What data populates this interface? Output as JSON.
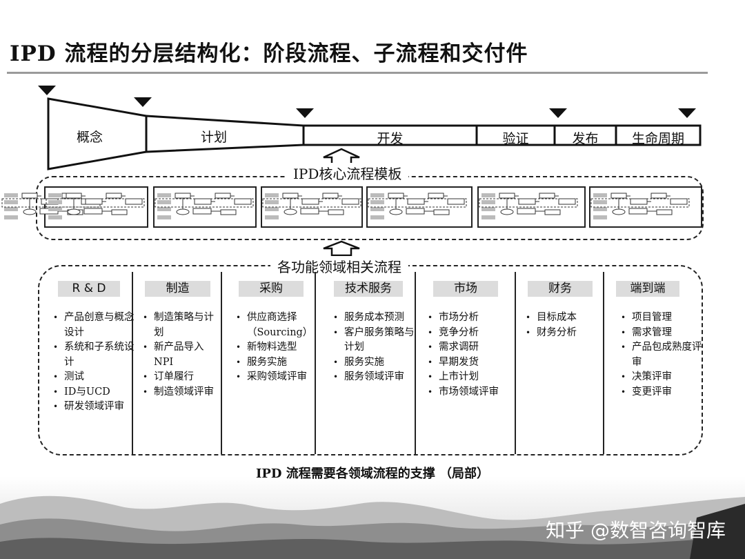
{
  "title": "IPD 流程的分层结构化：阶段流程、子流程和交付件",
  "stages": [
    "概念",
    "计划",
    "开发",
    "验证",
    "发布",
    "生命周期"
  ],
  "template_band_label": "IPD核心流程模板",
  "domains_band_label": "各功能领域相关流程",
  "columns": [
    {
      "header": "R & D",
      "items": [
        "产品创意与概念设计",
        "系统和子系统设计",
        "测试",
        "ID与UCD",
        "研发领域评审"
      ]
    },
    {
      "header": "制造",
      "items": [
        "制造策略与计划",
        "新产品导入NPI",
        "订单履行",
        "制造领域评审"
      ]
    },
    {
      "header": "采购",
      "items": [
        "供应商选择（Sourcing）",
        "新物料选型",
        "服务实施",
        "采购领域评审"
      ]
    },
    {
      "header": "技术服务",
      "items": [
        "服务成本预测",
        "客户服务策略与计划",
        "服务实施",
        "服务领域评审"
      ]
    },
    {
      "header": "市场",
      "items": [
        "市场分析",
        "竞争分析",
        "需求调研",
        "早期发货",
        "上市计划",
        "市场领域评审"
      ]
    },
    {
      "header": "财务",
      "items": [
        "目标成本",
        "财务分析"
      ]
    },
    {
      "header": "端到端",
      "items": [
        "项目管理",
        "需求管理",
        "产品包成熟度评审",
        "决策评审",
        "变更评审"
      ]
    }
  ],
  "caption": "IPD 流程需要各领域流程的支撑 （局部）",
  "watermark": "知乎 @数智咨询智库"
}
